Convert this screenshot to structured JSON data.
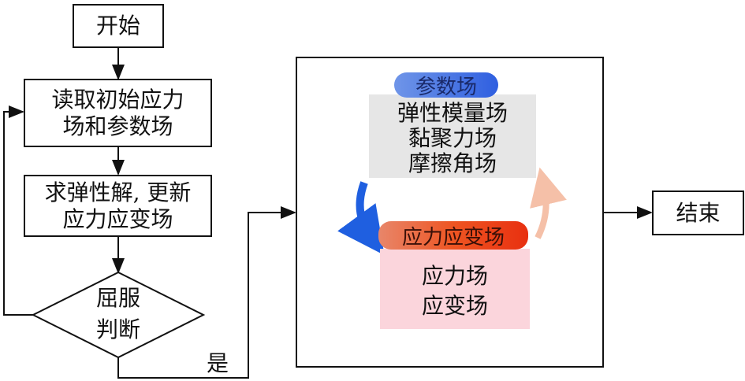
{
  "start": "开始",
  "read": [
    "读取初始应力",
    "场和参数场"
  ],
  "solve": [
    "求弹性解, 更新",
    "应力应变场"
  ],
  "decision": [
    "屈服",
    "判断"
  ],
  "yes_label": "是",
  "end": "结束",
  "params": {
    "title": "参数场",
    "items": [
      "弹性模量场",
      "黏聚力场",
      "摩擦角场"
    ]
  },
  "stress": {
    "title": "应力应变场",
    "items": [
      "应力场",
      "应变场"
    ]
  },
  "colors": {
    "param_pill": "#3f6fe0",
    "param_box": "#e6e6e6",
    "stress_pill": "#ee5522",
    "stress_box": "#fbd5dc",
    "blue_arrow": "#1f5fe0",
    "peach_arrow": "#f5c0a8"
  }
}
